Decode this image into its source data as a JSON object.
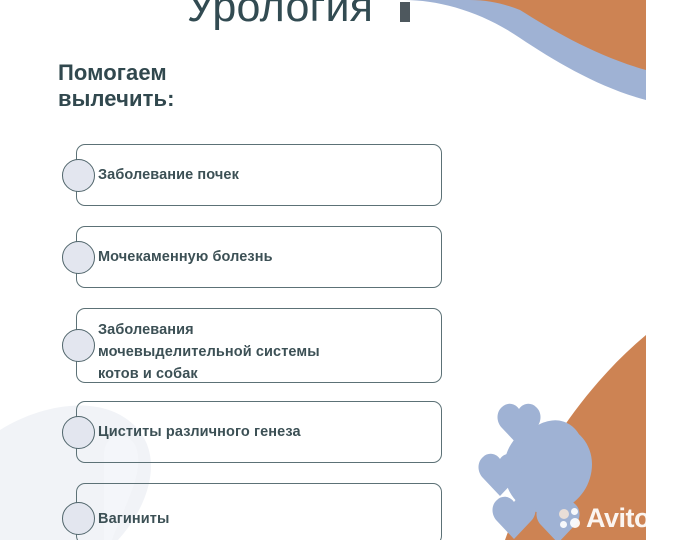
{
  "page": {
    "title": "Урология",
    "subtitle": "Помогаем\nвылечить:"
  },
  "list": {
    "items": [
      {
        "label": "Заболевание почек",
        "lines": 1
      },
      {
        "label": "Мочекаменную болезнь",
        "lines": 1
      },
      {
        "label": "Заболевания\n мочевыделительной системы\n   котов и собак",
        "lines": 3
      },
      {
        "label": "Циститы различного генеза",
        "lines": 1
      },
      {
        "label": "Вагиниты",
        "lines": 1
      }
    ]
  },
  "watermark": {
    "text": "Avito"
  },
  "colors": {
    "title_text": "#324b52",
    "subtitle_text": "#31484e",
    "item_text": "#3c5055",
    "card_border": "#5c7176",
    "bullet_fill": "#e3e6ef",
    "bullet_border": "#51666c",
    "accent_orange": "#cd8353",
    "accent_blue": "#9fb2d4",
    "background": "#ffffff"
  }
}
